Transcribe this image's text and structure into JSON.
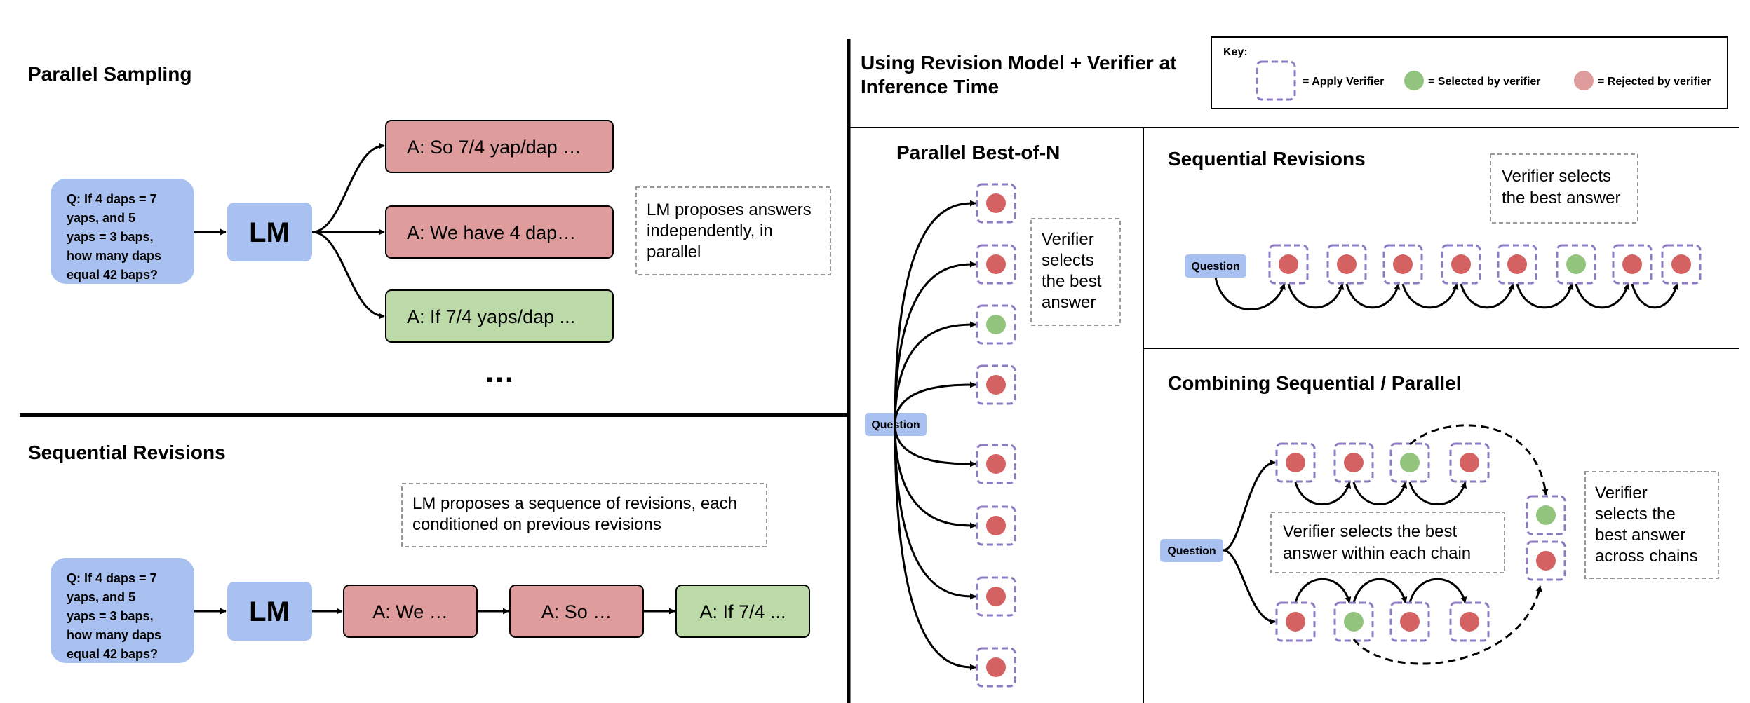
{
  "colors": {
    "question_fill": "#a9c1f0",
    "lm_fill": "#a9c1f0",
    "rejected_fill": "#de9c9c",
    "rejected_dot": "#d56262",
    "selected_fill": "#bcd9a8",
    "selected_dot": "#93c47d",
    "verifier_border": "#8e7cc3",
    "note_border": "#999999"
  },
  "left": {
    "parallel": {
      "title": "Parallel Sampling",
      "question": [
        "Q:  If 4 daps = 7",
        "yaps, and 5",
        "yaps = 3 baps,",
        "how many daps",
        "equal 42 baps?"
      ],
      "lm": "LM",
      "answers": [
        {
          "text": "A: So 7/4 yap/dap …",
          "status": "rejected"
        },
        {
          "text": "A: We have 4 dap…",
          "status": "rejected"
        },
        {
          "text": "A: If 7/4 yaps/dap ...",
          "status": "selected"
        }
      ],
      "ellipsis": "…",
      "note": [
        "LM proposes answers",
        "independently, in",
        "parallel"
      ]
    },
    "sequential": {
      "title": "Sequential Revisions",
      "note": [
        "LM proposes a sequence of revisions, each",
        "conditioned on previous revisions"
      ],
      "question": [
        "Q:  If 4 daps = 7",
        "yaps, and 5",
        "yaps = 3 baps,",
        "how many daps",
        "equal 42 baps?"
      ],
      "lm": "LM",
      "answers": [
        {
          "text": "A: We …",
          "status": "rejected"
        },
        {
          "text": "A: So …",
          "status": "rejected"
        },
        {
          "text": "A: If 7/4 ...",
          "status": "selected"
        }
      ]
    }
  },
  "right": {
    "title": [
      "Using Revision Model + Verifier at",
      "Inference Time"
    ],
    "key": {
      "label": "Key:",
      "apply": "=  Apply Verifier",
      "selected": "=  Selected by verifier",
      "rejected": "=  Rejected by verifier"
    },
    "best_of_n": {
      "title": "Parallel Best-of-N",
      "question": "Question",
      "samples": [
        "rejected",
        "rejected",
        "selected",
        "rejected",
        "rejected",
        "rejected",
        "rejected",
        "rejected"
      ],
      "note": [
        "Verifier",
        "selects",
        "the best",
        "answer"
      ]
    },
    "seq_revisions": {
      "title": "Sequential Revisions",
      "question": "Question",
      "samples": [
        "rejected",
        "rejected",
        "rejected",
        "rejected",
        "rejected",
        "selected",
        "rejected",
        "rejected"
      ],
      "note": [
        "Verifier selects",
        "the best answer"
      ]
    },
    "combined": {
      "title": "Combining Sequential / Parallel",
      "question": "Question",
      "chain_top": [
        "rejected",
        "rejected",
        "selected",
        "rejected"
      ],
      "chain_bottom": [
        "rejected",
        "selected",
        "rejected",
        "rejected"
      ],
      "final": [
        "selected",
        "rejected"
      ],
      "note_chain": [
        "Verifier selects the best",
        "answer within each chain"
      ],
      "note_across": [
        "Verifier",
        "selects the",
        "best answer",
        "across chains"
      ]
    }
  }
}
